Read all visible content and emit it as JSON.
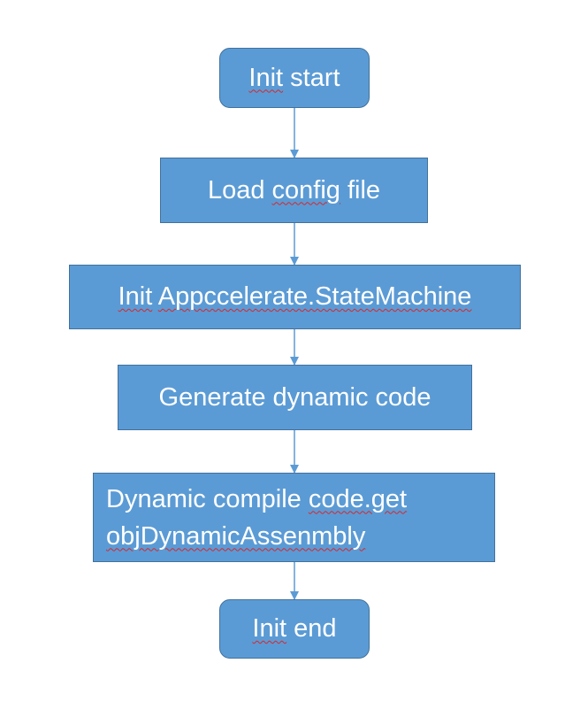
{
  "flowchart": {
    "steps": [
      {
        "id": "init-start",
        "parts": [
          {
            "t": "Init",
            "sq": true
          },
          {
            "t": " start",
            "sq": false
          }
        ]
      },
      {
        "id": "load-config",
        "parts": [
          {
            "t": "Load ",
            "sq": false
          },
          {
            "t": "config",
            "sq": true
          },
          {
            "t": " file",
            "sq": false
          }
        ]
      },
      {
        "id": "init-statemachine",
        "parts": [
          {
            "t": "Init",
            "sq": true
          },
          {
            "t": " ",
            "sq": false
          },
          {
            "t": "Appccelerate.StateMachine",
            "sq": true
          }
        ]
      },
      {
        "id": "generate-code",
        "parts": [
          {
            "t": "Generate dynamic code",
            "sq": false
          }
        ]
      },
      {
        "id": "dynamic-compile",
        "line1": [
          {
            "t": "Dynamic compile ",
            "sq": false
          },
          {
            "t": "code.get",
            "sq": true
          }
        ],
        "line2": [
          {
            "t": "objDynamicAssenmbly",
            "sq": true
          }
        ]
      },
      {
        "id": "init-end",
        "parts": [
          {
            "t": "Init",
            "sq": true
          },
          {
            "t": " end",
            "sq": false
          }
        ]
      }
    ]
  },
  "colors": {
    "node_fill": "#5b9bd5",
    "node_border": "#41719c",
    "text": "#ffffff",
    "arrow": "#5b9bd5",
    "spellcheck": "#d9262b"
  }
}
